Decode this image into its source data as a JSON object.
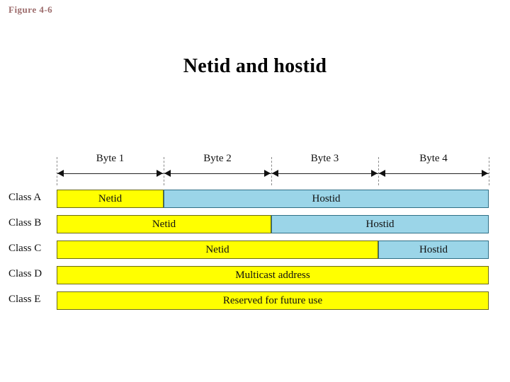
{
  "figure": {
    "label": "Figure 4-6",
    "color": "#9c6b6b"
  },
  "title": "Netid and hostid",
  "diagram": {
    "bytes": [
      {
        "label": "Byte 1"
      },
      {
        "label": "Byte 2"
      },
      {
        "label": "Byte 3"
      },
      {
        "label": "Byte 4"
      }
    ],
    "colors": {
      "netid": "#ffff00",
      "hostid": "#9bd5e8"
    },
    "rows": [
      {
        "class_label": "Class A",
        "segments": [
          {
            "kind": "netid",
            "label": "Netid",
            "start": 80,
            "end": 231
          },
          {
            "kind": "hostid",
            "label": "Hostid",
            "start": 231,
            "end": 690
          }
        ]
      },
      {
        "class_label": "Class B",
        "segments": [
          {
            "kind": "netid",
            "label": "Netid",
            "start": 80,
            "end": 383
          },
          {
            "kind": "hostid",
            "label": "Hostid",
            "start": 383,
            "end": 690
          }
        ]
      },
      {
        "class_label": "Class C",
        "segments": [
          {
            "kind": "netid",
            "label": "Netid",
            "start": 80,
            "end": 534
          },
          {
            "kind": "hostid",
            "label": "Hostid",
            "start": 534,
            "end": 690
          }
        ]
      },
      {
        "class_label": "Class D",
        "segments": [
          {
            "kind": "netid",
            "label": "Multicast address",
            "start": 80,
            "end": 690
          }
        ]
      },
      {
        "class_label": "Class E",
        "segments": [
          {
            "kind": "netid",
            "label": "Reserved for future use",
            "start": 80,
            "end": 690
          }
        ]
      }
    ]
  }
}
